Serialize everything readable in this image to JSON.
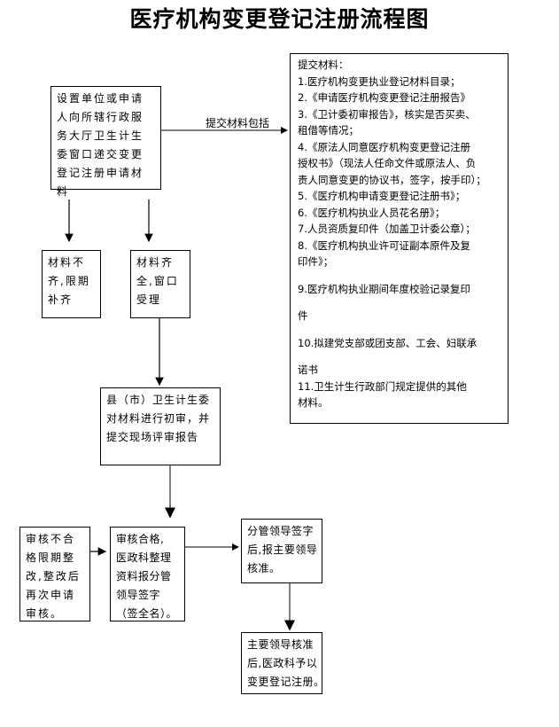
{
  "title": "医疗机构变更登记注册流程图",
  "edge_label": "提交材料包括",
  "boxes": {
    "apply": [
      "设置单位或申请",
      "人向所辖行政服",
      "务大厅卫生计生",
      "委窗口递交变更",
      "登记注册申请材",
      "料"
    ],
    "incomplete": [
      "材料不",
      "齐,限期",
      "补齐"
    ],
    "complete": [
      "材料齐",
      "全,窗口",
      "受理"
    ],
    "initial_review": [
      "县（市）卫生计生委",
      "对材料进行初审，并",
      "提交现场评审报告"
    ],
    "fail": [
      "审核不合",
      "格限期整",
      "改,整改后",
      "再次申请",
      "审核。"
    ],
    "pass": [
      "审核合格,",
      "医政科整理",
      "资料报分管",
      "领导签字",
      "（签全名）。"
    ],
    "deputy": [
      "分管领导签字",
      "后,报主要领导",
      "核准。"
    ],
    "chief": [
      "主要领导核准",
      "后,医政科予以",
      "变更登记注册。"
    ]
  },
  "materials": {
    "heading": "提交材料：",
    "lines": [
      "1.医疗机构变更执业登记材料目录；",
      "2.《申请医疗机构变更登记注册报告》",
      "3.《卫计委初审报告》，核实是否买卖、",
      "租借等情况；",
      "4.《原法人同意医疗机构变更登记注册",
      "授权书》（现法人任命文件或原法人、负",
      "责人同意变更的协议书，签字，按手印）；",
      "5.《医疗机构申请变更登记注册书》；",
      "6.《医疗机构执业人员花名册》；",
      "7.人员资质复印件（加盖卫计委公章）；",
      "8.《医疗机构执业许可证副本原件及复",
      "印件》；",
      "9.医疗机构执业期间年度校验记录复印",
      "件",
      "10.拟建党支部或团支部、工会、妇联承",
      "诺书",
      "11.卫生计生行政部门规定提供的其他",
      "材料。"
    ]
  }
}
